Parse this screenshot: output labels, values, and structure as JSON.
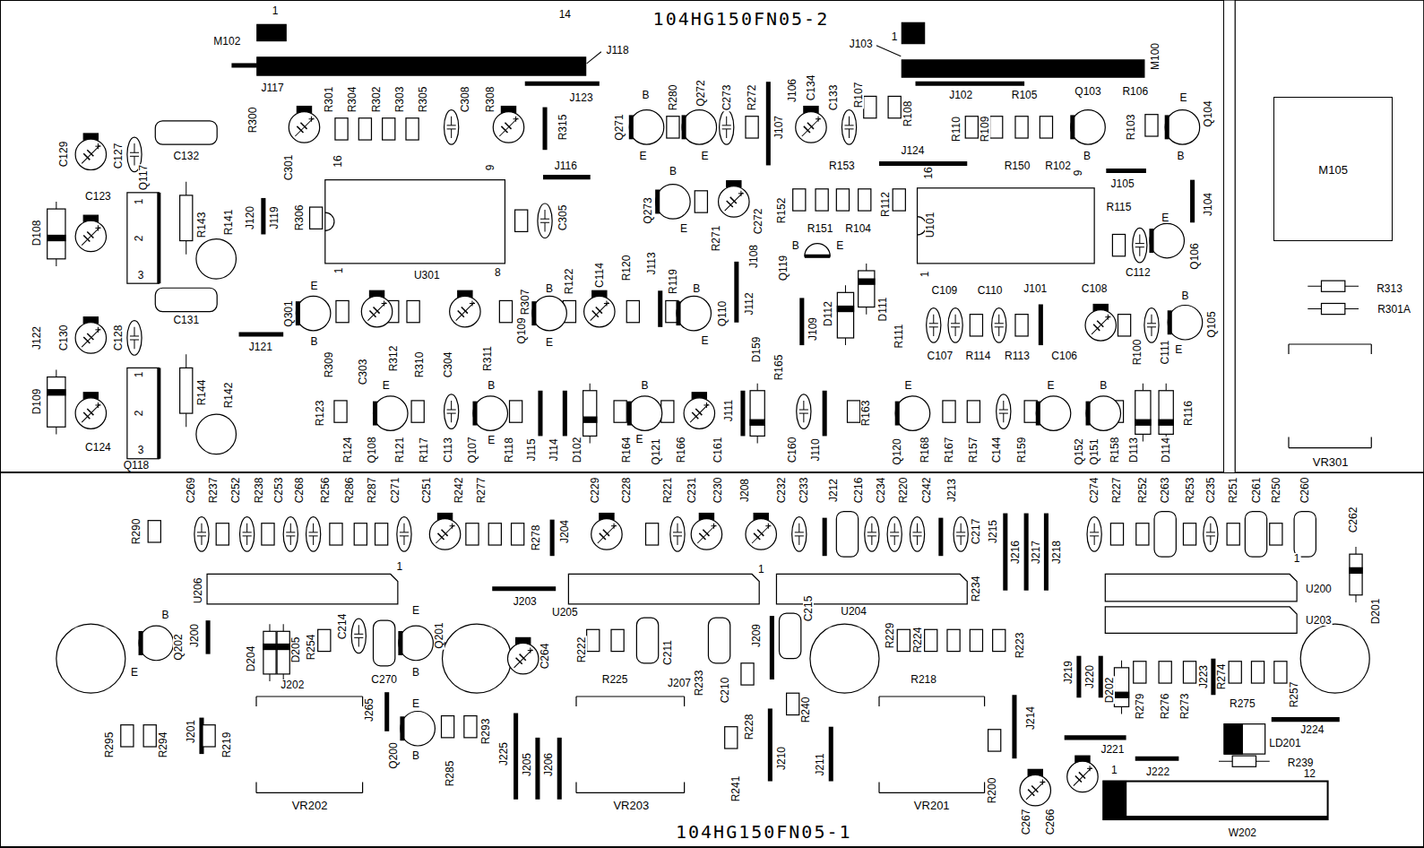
{
  "diagram": {
    "nodes": [
      {
        "text": [
          "104HG150FN05-2"
        ]
      },
      {
        "text": [
          "104HG150FN05-1"
        ]
      },
      {
        "text": [
          "M105"
        ]
      },
      {
        "text": [
          "VR301"
        ]
      },
      {
        "text": [
          "VR202"
        ],
        "in": 1
      },
      {
        "text": [
          "VR203"
        ],
        "in": 1
      },
      {
        "text": [
          "VR201"
        ],
        "in": 1
      }
    ],
    "labels": [
      "1",
      "14",
      "M102",
      "J118",
      "J117",
      "J103",
      "1",
      "M100",
      "J123",
      "R300",
      "R301",
      "R304",
      "R302",
      "R303",
      "R305",
      "C308",
      "R308",
      "R315",
      "C301",
      "16",
      "9",
      "R280",
      "Q272",
      "C273",
      "R272",
      "J106",
      "C134",
      "C133",
      "R107",
      "Q271",
      "B",
      "E",
      "E",
      "J107",
      "R108",
      "J102",
      "R105",
      "Q103",
      "R106",
      "R110",
      "R109",
      "R103",
      "Q104",
      "E",
      "B",
      "B",
      "9",
      "R150",
      "R102",
      "16",
      "R153",
      "J124",
      "J116",
      "C129",
      "C127",
      "C132",
      "Q117",
      "1",
      "2",
      "3",
      "C123",
      "D108",
      "R143",
      "R141",
      "J120",
      "J119",
      "R306",
      "C305",
      "R307",
      "8",
      "1",
      "U301",
      "Q273",
      "B",
      "E",
      "R271",
      "C272",
      "R152",
      "R151",
      "R104",
      "R112",
      "Q119",
      "B",
      "E",
      "U101",
      "1",
      "R115",
      "J105",
      "J104",
      "E",
      "C112",
      "Q106",
      "J108",
      "J113",
      "R119",
      "R120",
      "C114",
      "R122",
      "Q109",
      "B",
      "B",
      "Q110",
      "E",
      "J112",
      "D112",
      "D111",
      "J109",
      "D159",
      "C109",
      "C110",
      "J101",
      "C108",
      "R111",
      "C107",
      "R114",
      "R113",
      "C106",
      "R100",
      "C111",
      "E",
      "B",
      "Q105",
      "J122",
      "C130",
      "C128",
      "C131",
      "J121",
      "Q301",
      "E",
      "B",
      "R309",
      "C303",
      "R312",
      "R310",
      "C304",
      "R311",
      "E",
      "R165",
      "C124",
      "D109",
      "1",
      "2",
      "3",
      "Q118",
      "R144",
      "R142",
      "R123",
      "E",
      "R124",
      "Q108",
      "R121",
      "R117",
      "C113",
      "B",
      "Q107",
      "E",
      "R118",
      "J115",
      "J114",
      "D102",
      "R164",
      "B",
      "E",
      "Q121",
      "R166",
      "C161",
      "J111",
      "C160",
      "J110",
      "R163",
      "E",
      "Q120",
      "R168",
      "R167",
      "R157",
      "C144",
      "R159",
      "E",
      "Q152",
      "Q151",
      "B",
      "R158",
      "D113",
      "D114",
      "R116",
      "R313",
      "R301A",
      "R290",
      "C269",
      "R237",
      "C252",
      "R238",
      "C253",
      "C268",
      "R256",
      "R286",
      "R287",
      "C271",
      "C251",
      "R242",
      "R277",
      "R278",
      "1",
      "U206",
      "J204",
      "C229",
      "C228",
      "R221",
      "C231",
      "C230",
      "J208",
      "C232",
      "C233",
      "J212",
      "C216",
      "C234",
      "R220",
      "C242",
      "J213",
      "C217",
      "J215",
      "1",
      "J216",
      "J217",
      "J218",
      "R234",
      "U204",
      "J203",
      "U205",
      "C274",
      "R227",
      "R252",
      "C263",
      "R253",
      "C235",
      "R251",
      "C261",
      "R250",
      "C260",
      "C262",
      "1",
      "U200",
      "U203",
      "D201",
      "Q202",
      "B",
      "E",
      "J200",
      "D204",
      "D205",
      "R254",
      "C214",
      "J202",
      "C270",
      "E",
      "Q201",
      "B",
      "C264",
      "R222",
      "R225",
      "C211",
      "J207",
      "R233",
      "C210",
      "J209",
      "C215",
      "R229",
      "R224",
      "R218",
      "R223",
      "J219",
      "J220",
      "D202",
      "R279",
      "R276",
      "R273",
      "J223",
      "R274",
      "R275",
      "R257",
      "J224",
      "LD201",
      "R239",
      "J221",
      "J222",
      "R295",
      "R294",
      "J201",
      "R219",
      "J265",
      "E",
      "Q200",
      "B",
      "R293",
      "R285",
      "J225",
      "J205",
      "J206",
      "R228",
      "R240",
      "R241",
      "J210",
      "J211",
      "R200",
      "J214",
      "C267",
      "C266",
      "1",
      "12",
      "W202"
    ]
  }
}
